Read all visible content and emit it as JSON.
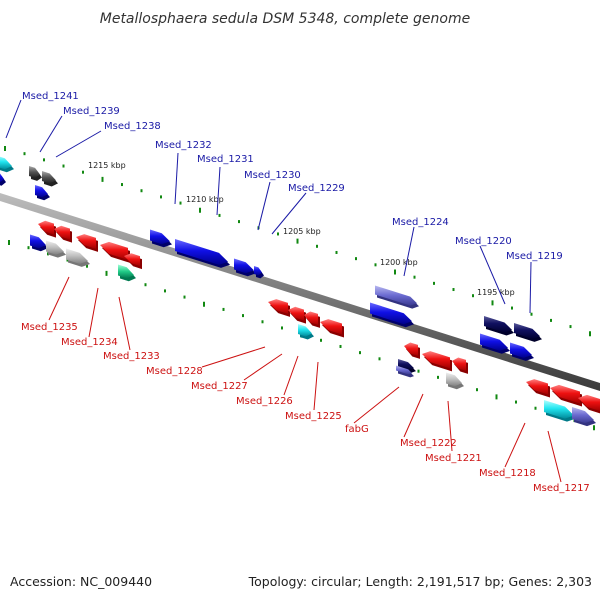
{
  "title": "Metallosphaera sedula DSM 5348, complete genome",
  "accession": "Accession: NC_009440",
  "topology": "Topology: circular; Length: 2,191,517 bp; Genes: 2,303",
  "scale_labels": [
    "1215 kbp",
    "1210 kbp",
    "1205 kbp",
    "1200 kbp",
    "1195 kbp"
  ],
  "forward_genes": [
    "Msed_1241",
    "Msed_1239",
    "Msed_1238",
    "Msed_1232",
    "Msed_1231",
    "Msed_1230",
    "Msed_1229",
    "Msed_1224",
    "Msed_1220",
    "Msed_1219"
  ],
  "reverse_genes": [
    "Msed_1235",
    "Msed_1234",
    "Msed_1233",
    "Msed_1228",
    "Msed_1227",
    "Msed_1226",
    "Msed_1225",
    "fabG",
    "Msed_1222",
    "Msed_1221",
    "Msed_1218",
    "Msed_1217"
  ],
  "colors": {
    "forward_label": "#1a1aa6",
    "reverse_label": "#cc1111",
    "forward_gene": "#1010e0",
    "reverse_gene": "#ee1111",
    "backbone": "#808080",
    "tick": "#118811"
  }
}
